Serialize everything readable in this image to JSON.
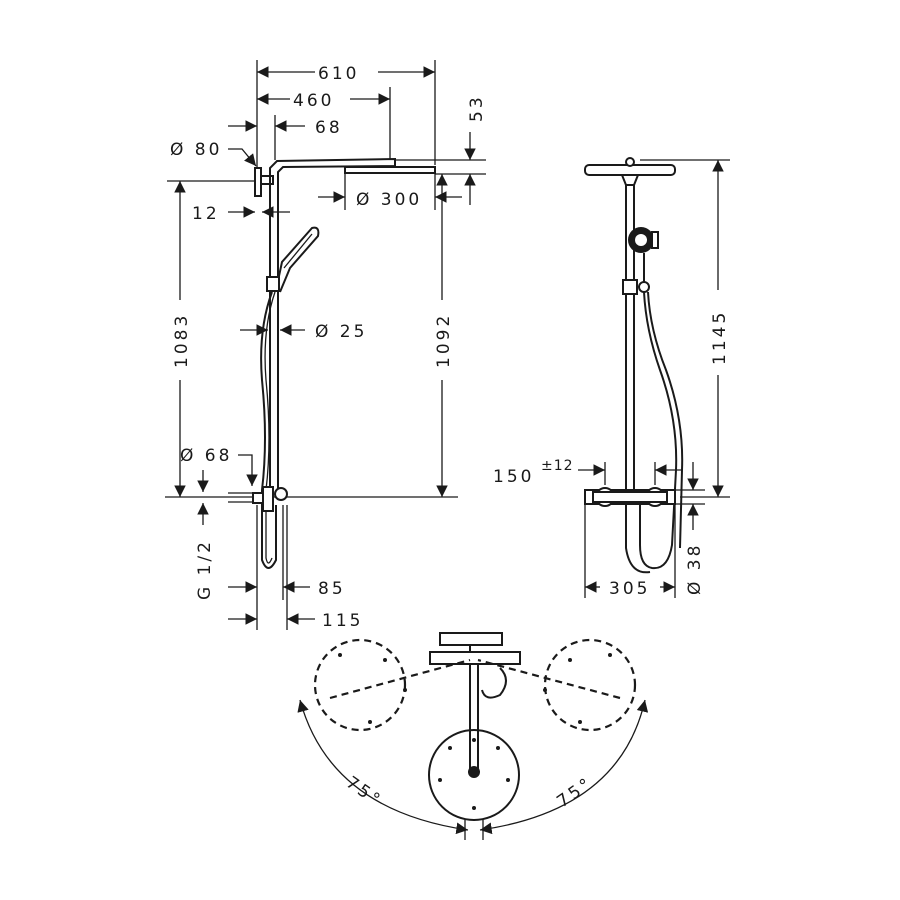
{
  "drawing": {
    "side_view": {
      "width_overall": "610",
      "arm_length": "460",
      "wall_offset": "68",
      "flange_diameter": "Ø 80",
      "head_height": "53",
      "head_diameter": "Ø 300",
      "flange_thickness": "12",
      "height_to_arm": "1083",
      "height_to_head": "1092",
      "pipe_diameter": "Ø 25",
      "rosette_diameter": "Ø 68",
      "thread": "G 1/2",
      "mixer_depth": "85",
      "mixer_depth_total": "115"
    },
    "front_view": {
      "total_height": "1145",
      "connection_spacing": "150",
      "connection_tolerance": "±12",
      "mixer_width": "305",
      "mixer_diameter": "Ø 38"
    },
    "top_view": {
      "rotation_left": "75°",
      "rotation_right": "75°"
    }
  }
}
